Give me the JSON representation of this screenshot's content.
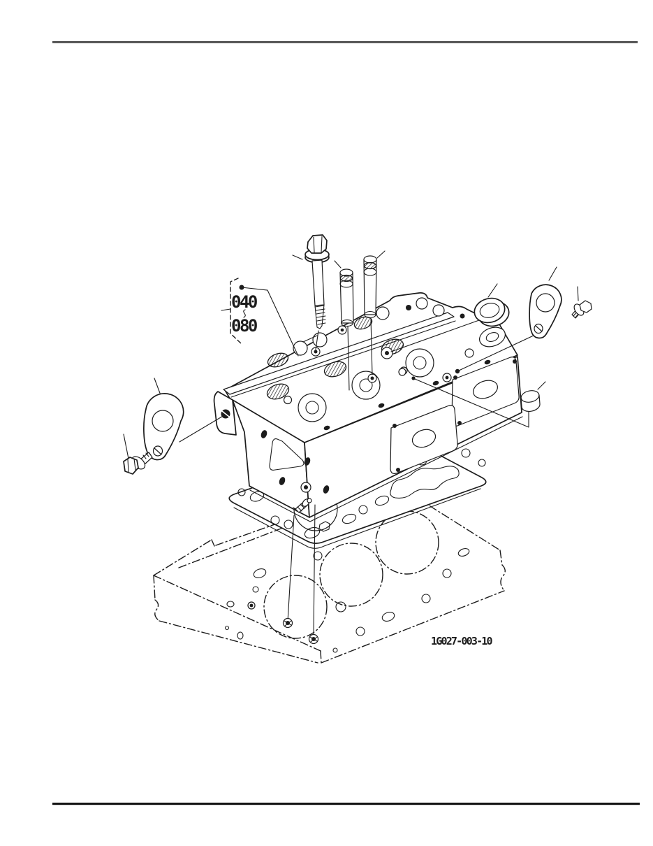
{
  "page": {
    "background": "#ffffff",
    "ink": "#1c1c1c",
    "top_rule_color": "#3d3d3d",
    "bottom_rule_color": "#141414"
  },
  "callout": {
    "ref_top": "040",
    "ref_bottom": "080"
  },
  "figure": {
    "code": "1G027-003-10"
  },
  "diagram": {
    "type": "exploded-parts-line-drawing",
    "subject": "cylinder-head-assembly",
    "parts": [
      "head-bolt",
      "valve-guide",
      "valve-guide",
      "cylinder-head",
      "cap-plug",
      "lifting-eye",
      "eye-bolt",
      "cup-plug",
      "lifting-eye",
      "eye-bolt",
      "stud",
      "head-gasket",
      "cylinder-block"
    ]
  }
}
